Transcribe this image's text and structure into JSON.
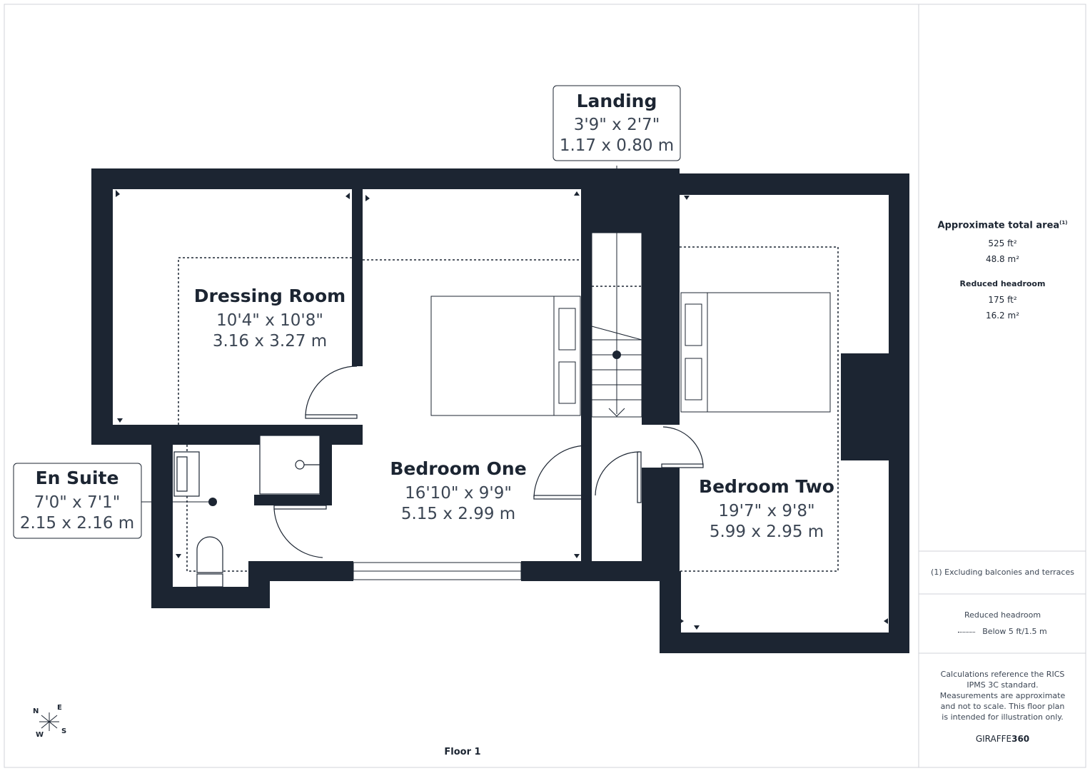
{
  "floor": {
    "label": "Floor 1"
  },
  "rooms": [
    {
      "id": "landing",
      "name": "Landing",
      "imperial": "3'9\" x 2'7\"",
      "metric": "1.17 x 0.80 m"
    },
    {
      "id": "dressing_room",
      "name": "Dressing Room",
      "imperial": "10'4\" x 10'8\"",
      "metric": "3.16 x 3.27 m"
    },
    {
      "id": "bedroom_one",
      "name": "Bedroom One",
      "imperial": "16'10\" x 9'9\"",
      "metric": "5.15 x 2.99 m"
    },
    {
      "id": "bedroom_two",
      "name": "Bedroom Two",
      "imperial": "19'7\" x 9'8\"",
      "metric": "5.99 x 2.95 m"
    },
    {
      "id": "en_suite",
      "name": "En Suite",
      "imperial": "7'0\" x 7'1\"",
      "metric": "2.15 x 2.16 m"
    }
  ],
  "summary": {
    "total_area_title": "Approximate total area",
    "total_area_note_marker": "(1)",
    "total_area_ft": "525 ft²",
    "total_area_m": "48.8 m²",
    "reduced_headroom_title": "Reduced headroom",
    "reduced_headroom_ft": "175 ft²",
    "reduced_headroom_m": "16.2 m²"
  },
  "footnote": "(1) Excluding balconies and terraces",
  "legend": {
    "title": "Reduced headroom",
    "item": "Below 5 ft/1.5 m"
  },
  "disclaimer": "Calculations reference the RICS IPMS 3C standard. Measurements are approximate and not to scale. This floor plan is intended for illustration only.",
  "brand": {
    "prefix": "GIRAFFE",
    "suffix": "360"
  },
  "compass": {
    "n": "N",
    "e": "E",
    "s": "S",
    "w": "W"
  },
  "colors": {
    "wall": "#1c2532",
    "text": "#1c2532",
    "border": "#d0d3d8"
  }
}
